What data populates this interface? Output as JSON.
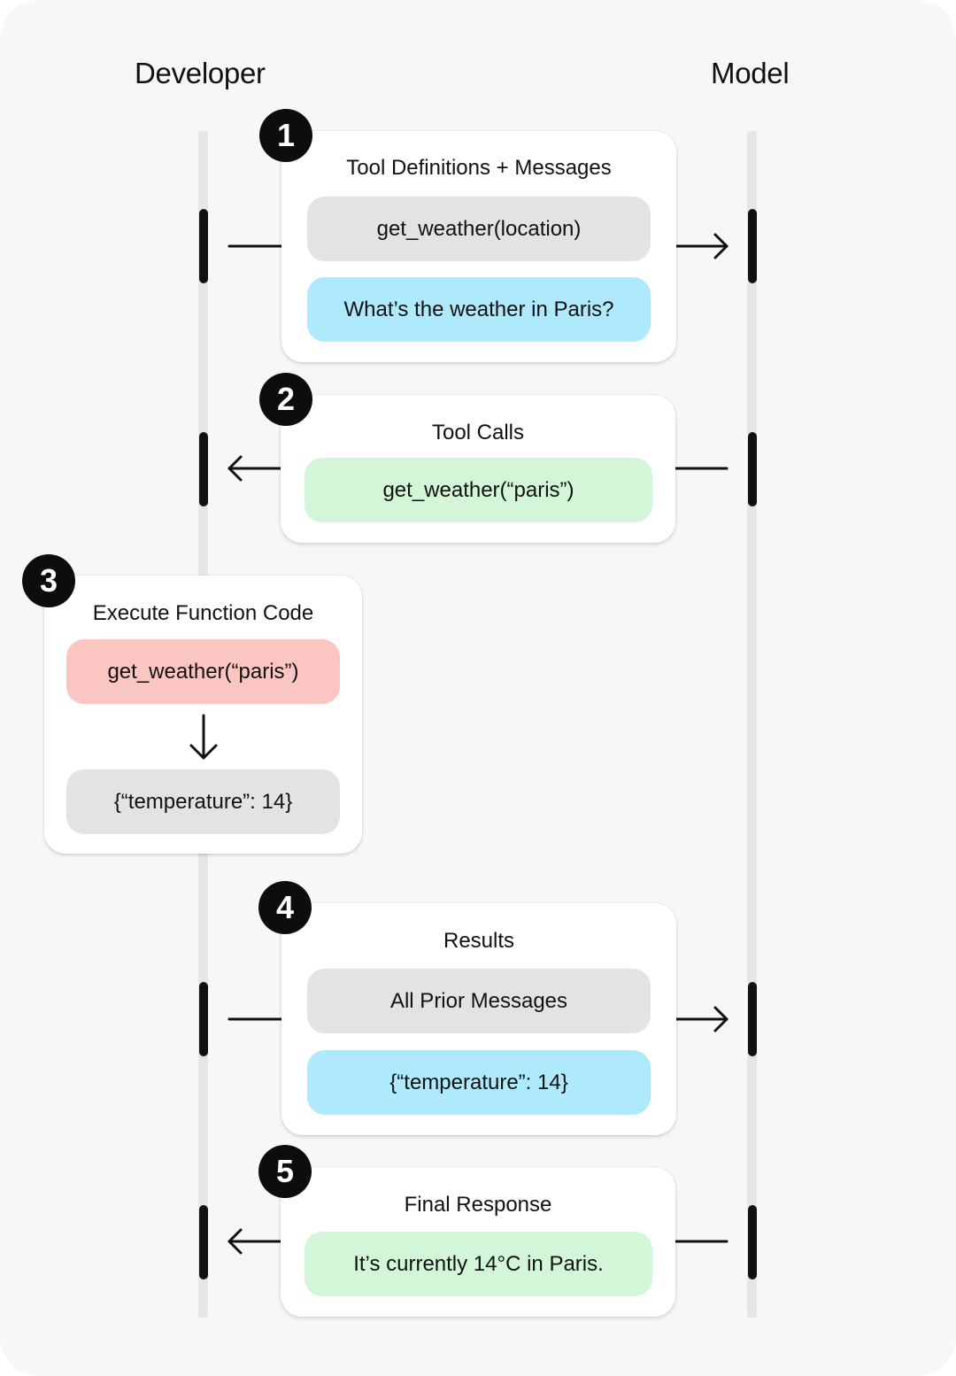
{
  "lanes": {
    "developer": "Developer",
    "model": "Model"
  },
  "steps": [
    {
      "number": "1",
      "title": "Tool Definitions + Messages",
      "items": [
        "get_weather(location)",
        "What’s the weather in Paris?"
      ],
      "direction": "developer-to-model"
    },
    {
      "number": "2",
      "title": "Tool Calls",
      "items": [
        "get_weather(“paris”)"
      ],
      "direction": "model-to-developer"
    },
    {
      "number": "3",
      "title": "Execute Function Code",
      "items": [
        "get_weather(“paris”)",
        "{“temperature”: 14}"
      ],
      "direction": "developer-local"
    },
    {
      "number": "4",
      "title": "Results",
      "items": [
        "All Prior Messages",
        "{“temperature”: 14}"
      ],
      "direction": "developer-to-model"
    },
    {
      "number": "5",
      "title": "Final Response",
      "items": [
        "It’s currently 14°C in Paris."
      ],
      "direction": "model-to-developer"
    }
  ],
  "colors": {
    "background": "#f7f7f7",
    "card": "#ffffff",
    "gray_pill": "#e3e3e3",
    "blue_pill": "#aeeafc",
    "green_pill": "#d3f6d9",
    "red_pill": "#fbc5c1",
    "badge": "#0d0d0d"
  }
}
